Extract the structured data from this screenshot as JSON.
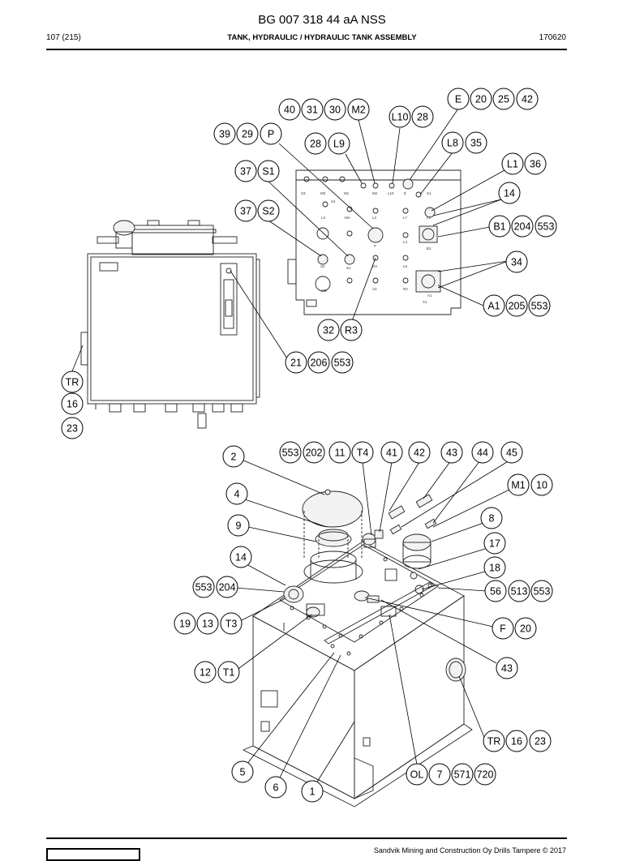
{
  "header": {
    "doc_title": "BG 007 318 44 aA NSS",
    "page": "107 (215)",
    "section": "TANK, HYDRAULIC / HYDRAULIC TANK ASSEMBLY",
    "date_code": "170620"
  },
  "footer": {
    "text": "Sandvik Mining and Construction Oy Drills Tampere © 2017"
  },
  "port_labels": [
    "S3",
    "M3",
    "M1",
    "M2",
    "L10",
    "E",
    "S1",
    "S4",
    "L3",
    "MA",
    "L2",
    "L7",
    "L1",
    "P",
    "L4",
    "B1",
    "S2",
    "S1",
    "R3",
    "L6",
    "A1",
    "MB",
    "A3",
    "R2",
    "X1"
  ],
  "balloons": [
    {
      "id": "b-e",
      "text": "E"
    },
    {
      "id": "b-20a",
      "text": "20"
    },
    {
      "id": "b-25",
      "text": "25"
    },
    {
      "id": "b-42a",
      "text": "42"
    },
    {
      "id": "b-40",
      "text": "40"
    },
    {
      "id": "b-31",
      "text": "31"
    },
    {
      "id": "b-30",
      "text": "30"
    },
    {
      "id": "b-m2",
      "text": "M2"
    },
    {
      "id": "b-l10",
      "text": "L10"
    },
    {
      "id": "b-28a",
      "text": "28"
    },
    {
      "id": "b-39",
      "text": "39"
    },
    {
      "id": "b-29",
      "text": "29"
    },
    {
      "id": "b-p",
      "text": "P"
    },
    {
      "id": "b-28b",
      "text": "28"
    },
    {
      "id": "b-l9",
      "text": "L9"
    },
    {
      "id": "b-l8",
      "text": "L8"
    },
    {
      "id": "b-35",
      "text": "35"
    },
    {
      "id": "b-l1",
      "text": "L1"
    },
    {
      "id": "b-36",
      "text": "36"
    },
    {
      "id": "b-37a",
      "text": "37"
    },
    {
      "id": "b-s1",
      "text": "S1"
    },
    {
      "id": "b-14a",
      "text": "14"
    },
    {
      "id": "b-37b",
      "text": "37"
    },
    {
      "id": "b-s2",
      "text": "S2"
    },
    {
      "id": "b-b1",
      "text": "B1"
    },
    {
      "id": "b-204a",
      "text": "204"
    },
    {
      "id": "b-553a",
      "text": "553"
    },
    {
      "id": "b-34",
      "text": "34"
    },
    {
      "id": "b-a1",
      "text": "A1"
    },
    {
      "id": "b-205",
      "text": "205"
    },
    {
      "id": "b-553b",
      "text": "553"
    },
    {
      "id": "b-32",
      "text": "32"
    },
    {
      "id": "b-r3",
      "text": "R3"
    },
    {
      "id": "b-21",
      "text": "21"
    },
    {
      "id": "b-206",
      "text": "206"
    },
    {
      "id": "b-553c",
      "text": "553"
    },
    {
      "id": "b-tr1",
      "text": "TR"
    },
    {
      "id": "b-16a",
      "text": "16"
    },
    {
      "id": "b-23a",
      "text": "23"
    },
    {
      "id": "b-2",
      "text": "2"
    },
    {
      "id": "b-553d",
      "text": "553"
    },
    {
      "id": "b-202",
      "text": "202"
    },
    {
      "id": "b-11",
      "text": "11"
    },
    {
      "id": "b-t4",
      "text": "T4"
    },
    {
      "id": "b-41",
      "text": "41"
    },
    {
      "id": "b-42b",
      "text": "42"
    },
    {
      "id": "b-43a",
      "text": "43"
    },
    {
      "id": "b-44",
      "text": "44"
    },
    {
      "id": "b-45",
      "text": "45"
    },
    {
      "id": "b-m1",
      "text": "M1"
    },
    {
      "id": "b-10",
      "text": "10"
    },
    {
      "id": "b-4",
      "text": "4"
    },
    {
      "id": "b-8",
      "text": "8"
    },
    {
      "id": "b-9",
      "text": "9"
    },
    {
      "id": "b-17",
      "text": "17"
    },
    {
      "id": "b-14b",
      "text": "14"
    },
    {
      "id": "b-18",
      "text": "18"
    },
    {
      "id": "b-553e",
      "text": "553"
    },
    {
      "id": "b-204b",
      "text": "204"
    },
    {
      "id": "b-56",
      "text": "56"
    },
    {
      "id": "b-513",
      "text": "513"
    },
    {
      "id": "b-553f",
      "text": "553"
    },
    {
      "id": "b-19",
      "text": "19"
    },
    {
      "id": "b-13",
      "text": "13"
    },
    {
      "id": "b-t3",
      "text": "T3"
    },
    {
      "id": "b-f",
      "text": "F"
    },
    {
      "id": "b-20b",
      "text": "20"
    },
    {
      "id": "b-12",
      "text": "12"
    },
    {
      "id": "b-t1",
      "text": "T1"
    },
    {
      "id": "b-43b",
      "text": "43"
    },
    {
      "id": "b-tr2",
      "text": "TR"
    },
    {
      "id": "b-16b",
      "text": "16"
    },
    {
      "id": "b-23b",
      "text": "23"
    },
    {
      "id": "b-5",
      "text": "5"
    },
    {
      "id": "b-6",
      "text": "6"
    },
    {
      "id": "b-1",
      "text": "1"
    },
    {
      "id": "b-ol",
      "text": "OL"
    },
    {
      "id": "b-7",
      "text": "7"
    },
    {
      "id": "b-571",
      "text": "571"
    },
    {
      "id": "b-720",
      "text": "720"
    }
  ]
}
